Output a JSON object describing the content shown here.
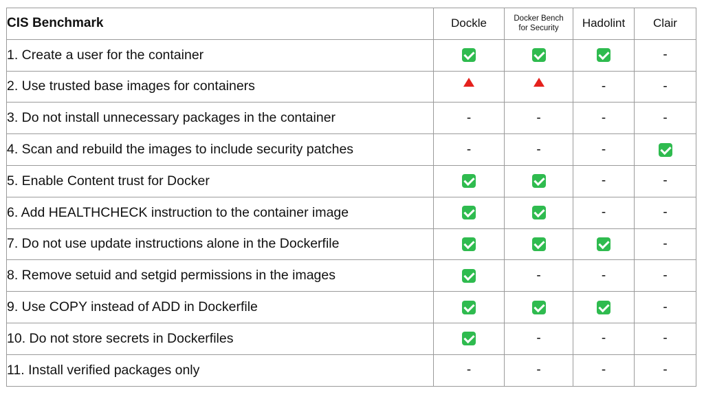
{
  "header": {
    "title": "CIS Benchmark",
    "tools": [
      "Dockle",
      "Docker Bench for Security",
      "Hadolint",
      "Clair"
    ],
    "tool_lines": [
      [
        "Dockle"
      ],
      [
        "Docker Bench",
        "for Security"
      ],
      [
        "Hadolint"
      ],
      [
        "Clair"
      ]
    ]
  },
  "symbols": {
    "dash": "-"
  },
  "colors": {
    "check": "#2fbb4f",
    "warning": "#e5211d",
    "border": "#9a9a9a"
  },
  "rows": [
    {
      "label": "1.  Create a user for the container",
      "values": [
        "check",
        "check",
        "check",
        "dash"
      ]
    },
    {
      "label": "2.  Use trusted base images for containers",
      "values": [
        "warning",
        "warning",
        "dash",
        "dash"
      ]
    },
    {
      "label": "3.  Do not install unnecessary packages in the container",
      "values": [
        "dash",
        "dash",
        "dash",
        "dash"
      ]
    },
    {
      "label": "4.  Scan and rebuild the images to include security patches",
      "values": [
        "dash",
        "dash",
        "dash",
        "check"
      ]
    },
    {
      "label": "5.  Enable Content trust for Docker",
      "values": [
        "check",
        "check",
        "dash",
        "dash"
      ]
    },
    {
      "label": "6.  Add HEALTHCHECK instruction to the container image",
      "values": [
        "check",
        "check",
        "dash",
        "dash"
      ]
    },
    {
      "label": "7.  Do not use update instructions alone in the Dockerfile",
      "values": [
        "check",
        "check",
        "check",
        "dash"
      ]
    },
    {
      "label": "8.  Remove setuid and setgid permissions in the images",
      "values": [
        "check",
        "dash",
        "dash",
        "dash"
      ]
    },
    {
      "label": "9.  Use COPY instead of ADD in Dockerfile",
      "values": [
        "check",
        "check",
        "check",
        "dash"
      ]
    },
    {
      "label": "10. Do not store secrets in Dockerfiles",
      "values": [
        "check",
        "dash",
        "dash",
        "dash"
      ]
    },
    {
      "label": "11. Install verified packages only",
      "values": [
        "dash",
        "dash",
        "dash",
        "dash"
      ]
    }
  ]
}
